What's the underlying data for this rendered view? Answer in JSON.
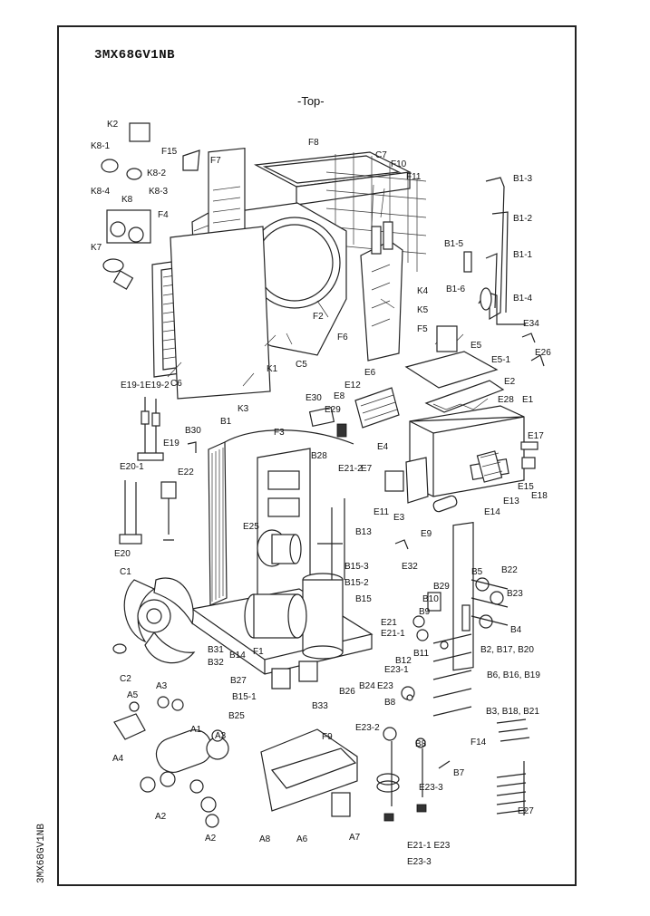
{
  "header": {
    "model": "3MX68GV1NB",
    "view": "-Top-",
    "side_code": "3MX68GV1NB"
  },
  "diagram": {
    "labels": {
      "K2": "K2",
      "K8_1": "K8-1",
      "K8_2": "K8-2",
      "K8_4": "K8-4",
      "K8": "K8",
      "K8_3": "K8-3",
      "K7": "K7",
      "F15": "F15",
      "F7": "F7",
      "F4": "F4",
      "F8": "F8",
      "C7": "C7",
      "F10": "F10",
      "F11": "F11",
      "K4": "K4",
      "K5": "K5",
      "F5": "F5",
      "F6": "F6",
      "F2": "F2",
      "C5": "C5",
      "K1": "K1",
      "K3": "K3",
      "C6": "C6",
      "B1_3": "B1-3",
      "B1_2": "B1-2",
      "B1_5": "B1-5",
      "B1_1": "B1-1",
      "B1_6": "B1-6",
      "B1_4": "B1-4",
      "E34": "E34",
      "E26": "E26",
      "E5": "E5",
      "E5_1": "E5-1",
      "E6": "E6",
      "E12": "E12",
      "E30": "E30",
      "E8": "E8",
      "E29": "E29",
      "E2": "E2",
      "E28": "E28",
      "E1": "E1",
      "E4": "E4",
      "E7": "E7",
      "E17": "E17",
      "E15": "E15",
      "E18": "E18",
      "E13": "E13",
      "E14": "E14",
      "E19_1": "E19-1",
      "E19_2": "E19-2",
      "E19": "E19",
      "B30": "B30",
      "B1": "B1",
      "F3": "F3",
      "B28": "B28",
      "E21_2": "E21-2",
      "E11": "E11",
      "E3": "E3",
      "E9": "E9",
      "E32": "E32",
      "E20_1": "E20-1",
      "E22": "E22",
      "E20": "E20",
      "E25": "E25",
      "B13": "B13",
      "B15_3": "B15-3",
      "B15_2": "B15-2",
      "B15": "B15",
      "C1": "C1",
      "C2": "C2",
      "B31": "B31",
      "B32": "B32",
      "B14": "B14",
      "F1": "F1",
      "B27": "B27",
      "B15_1": "B15-1",
      "B25": "B25",
      "B33": "B33",
      "B26": "B26",
      "B24": "B24",
      "B29": "B29",
      "B10": "B10",
      "B9": "B9",
      "B5": "B5",
      "B22": "B22",
      "B23": "B23",
      "B4": "B4",
      "E21": "E21",
      "E21_1": "E21-1",
      "B11": "B11",
      "B2_B17_B20": "B2, B17, B20",
      "B6_B16_B19": "B6, B16, B19",
      "B12": "B12",
      "E23_1": "E23-1",
      "E23": "E23",
      "B8": "B8",
      "B3_B18_B21": "B3, B18, B21",
      "F14": "F14",
      "E23_2": "E23-2",
      "B7": "B7",
      "E23_3": "E23-3",
      "E27": "E27",
      "A5": "A5",
      "A3": "A3",
      "A4": "A4",
      "A1": "A1",
      "A2": "A2",
      "F9": "F9",
      "A8": "A8",
      "A6": "A6",
      "A7": "A7",
      "bottom_1": "E21-1 E23",
      "bottom_2": "E23-3"
    }
  }
}
